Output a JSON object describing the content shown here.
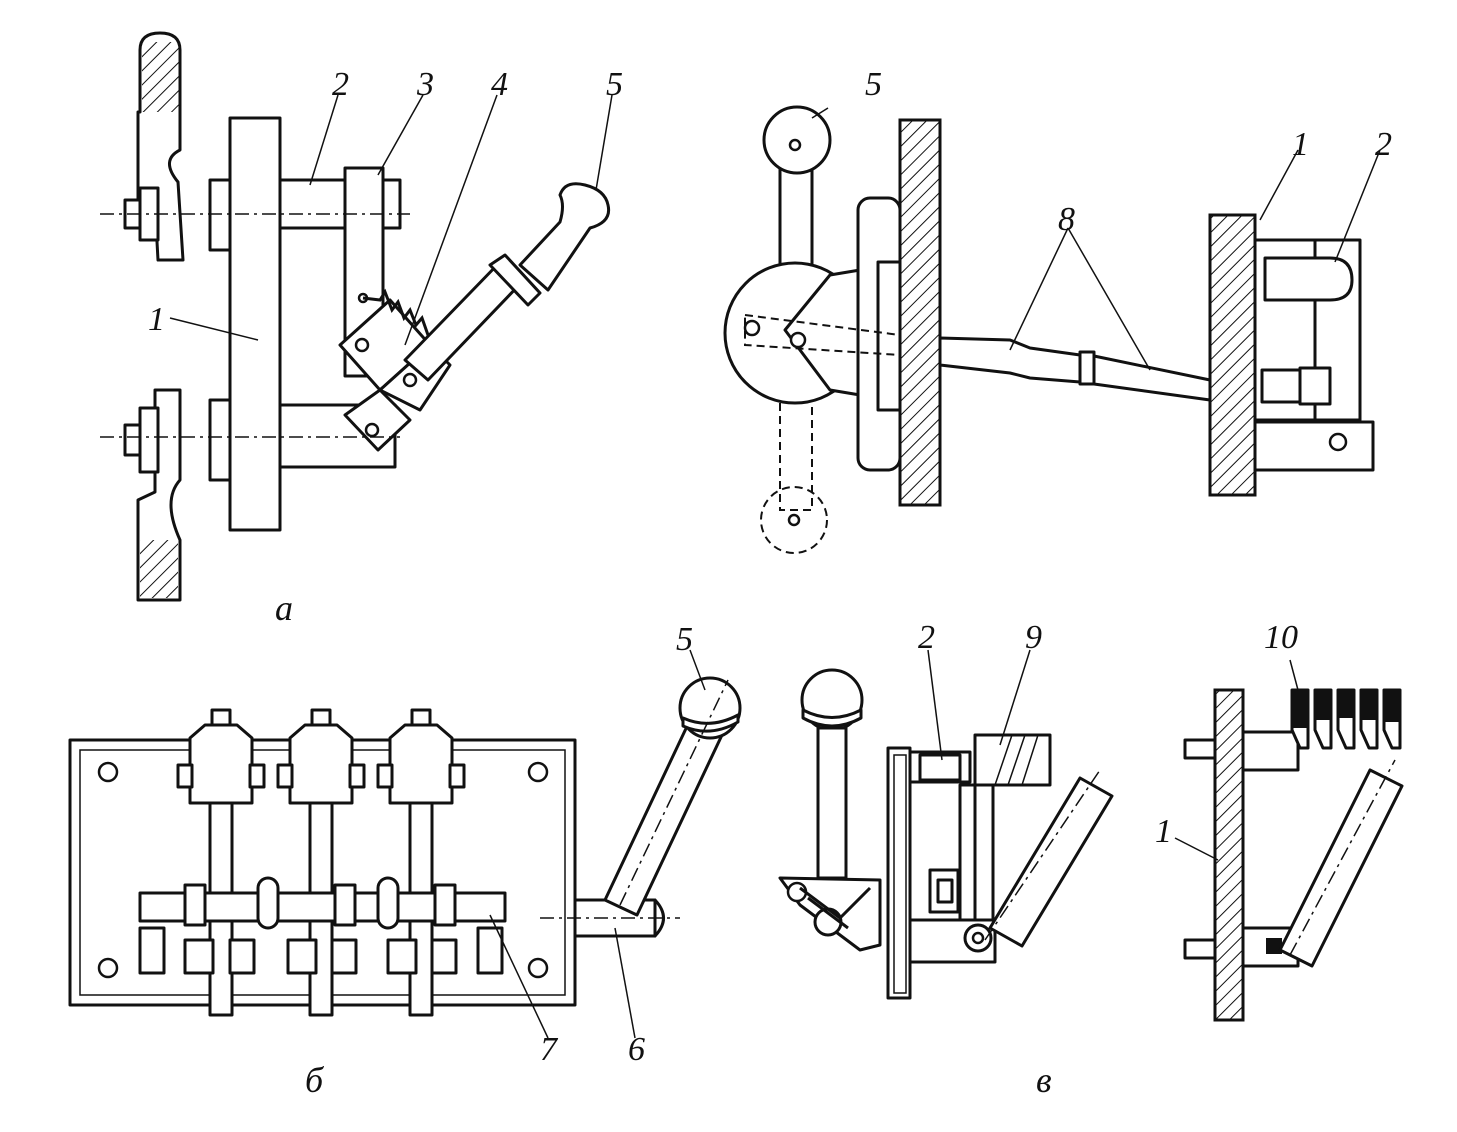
{
  "figure": {
    "panel_a": {
      "caption": "а",
      "front_labels": [
        "1",
        "2",
        "3",
        "4",
        "5"
      ],
      "side_labels": [
        "5",
        "8",
        "1",
        "2"
      ]
    },
    "panel_b": {
      "caption": "б",
      "labels": [
        "5",
        "7",
        "6"
      ]
    },
    "panel_v": {
      "caption": "в",
      "labels": [
        "2",
        "9",
        "10",
        "1"
      ]
    }
  },
  "colors": {
    "ink": "#111111",
    "paper": "#ffffff"
  }
}
